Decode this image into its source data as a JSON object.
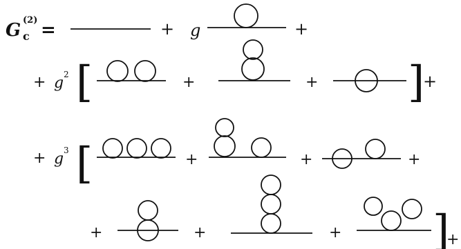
{
  "equation": {
    "lhs": {
      "symbol": "G",
      "subscript": "c",
      "superscript": "(2)",
      "equals": "="
    },
    "plus": "+",
    "coupling": {
      "g": "g",
      "sq": "2",
      "cube": "3"
    },
    "open_bracket": "[",
    "close_bracket": "]"
  }
}
